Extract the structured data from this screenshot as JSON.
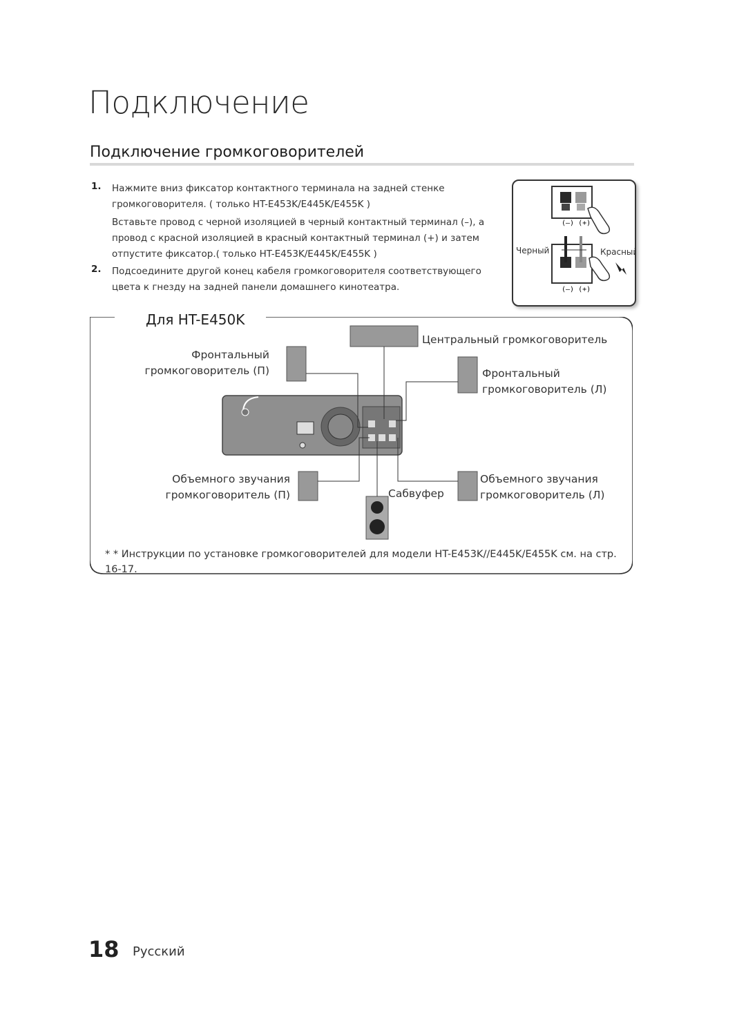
{
  "page": {
    "title": "Подключение",
    "section_heading": "Подключение громкоговорителей"
  },
  "steps": [
    {
      "number": "1.",
      "text": "Нажмите вниз фиксатор контактного терминала на задней стенке громкоговорителя.  ( только HT-E453K/E445K/E455K )",
      "detail": "Вставьте провод с черной изоляцией в черный контактный терминал (–), а провод с красной изоляцией в красный контактный терминал (+) и затем отпустите фиксатор.( только HT-E453K/E445K/E455K )"
    },
    {
      "number": "2.",
      "text": "Подсоедините другой конец кабеля громкоговорителя соответствующего цвета к гнезду на задней панели домашнего кинотеатра."
    }
  ],
  "terminal_diagram": {
    "polarity_top": "(–)  (+)",
    "polarity_bottom": "(–)  (+)",
    "black_label": "Черный",
    "red_label": "Красный",
    "colors": {
      "red_terminal": "#9a9a9a",
      "black_terminal": "#2a2a2a"
    }
  },
  "model_box": {
    "label": "Для HT-E450K",
    "front_right": [
      "Фронтальный",
      "громкоговоритель (П)"
    ],
    "front_left": [
      "Фронтальный",
      "громкоговоритель (Л)"
    ],
    "center": "Центральный громкоговоритель",
    "surround_right": [
      "Объемного звучания",
      "громкоговоритель (П)"
    ],
    "surround_left": [
      "Объемного звучания",
      "громкоговоритель (Л)"
    ],
    "subwoofer": "Сабвуфер",
    "footnote": "* * Инструкции по установке громкоговорителей для модели HT-E453K//E445K/E455K см. на стр. 16-17."
  },
  "footer": {
    "page_number": "18",
    "language": "Русский"
  }
}
